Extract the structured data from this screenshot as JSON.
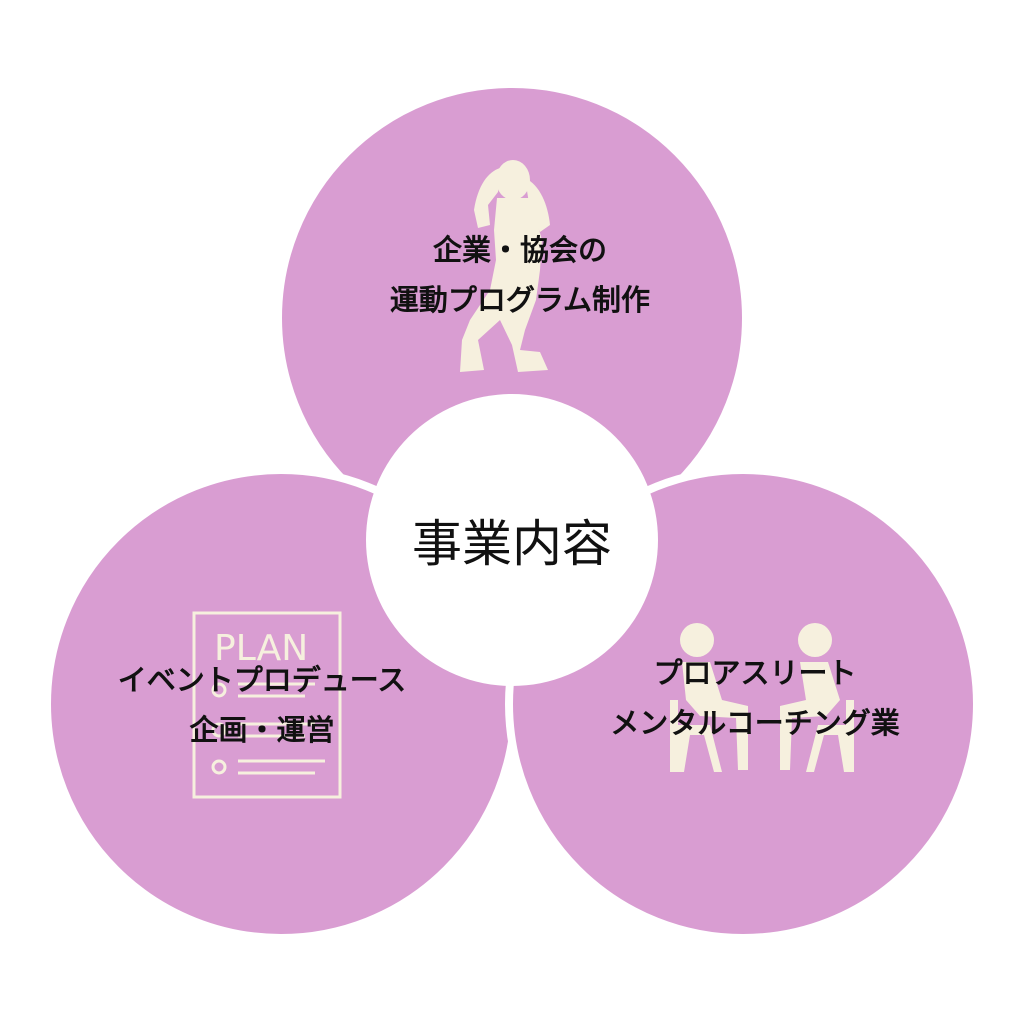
{
  "colors": {
    "circle": "#d99dd2",
    "icon": "#f6f0de",
    "center": "#ffffff",
    "text": "#111111"
  },
  "center": {
    "label": "事業内容"
  },
  "sections": [
    {
      "id": "top",
      "line1": "企業・協会の",
      "line2": "運動プログラム制作",
      "icon": "dancer-icon"
    },
    {
      "id": "left",
      "line1": "イベントプロデュース",
      "line2": "企画・運営",
      "icon": "plan-document-icon",
      "icon_text": "PLAN"
    },
    {
      "id": "right",
      "line1": "プロアスリート",
      "line2": "メンタルコーチング業",
      "icon": "counseling-people-icon"
    }
  ]
}
